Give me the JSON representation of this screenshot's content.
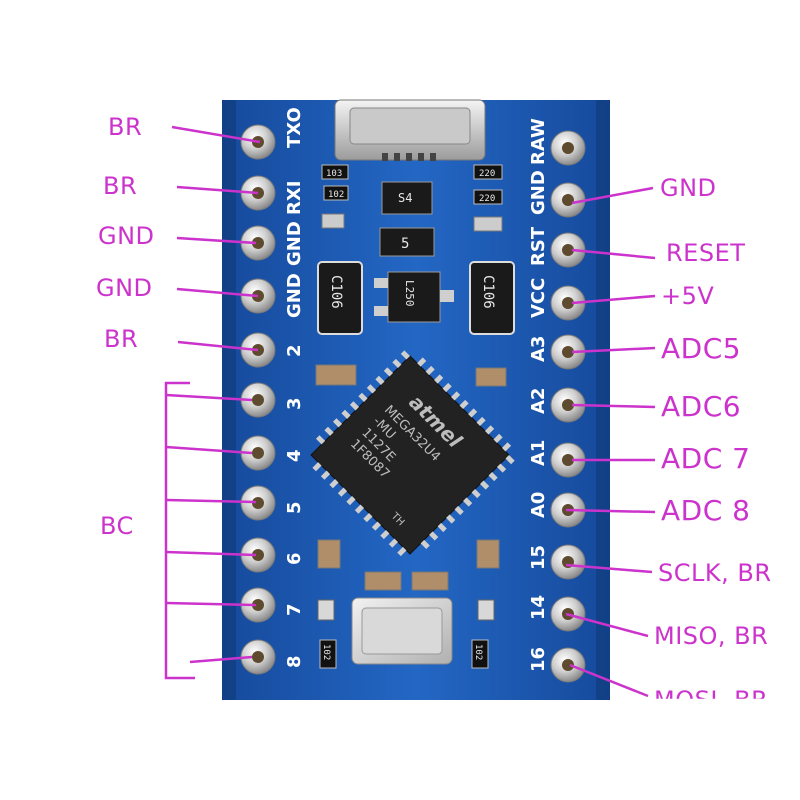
{
  "annotations": {
    "left": {
      "br_1": "BR",
      "br_2": "BR",
      "gnd_1": "GND",
      "gnd_2": "GND",
      "br_3": "BR",
      "bc": "BC"
    },
    "right": {
      "gnd": "GND",
      "reset": "RESET",
      "plus5v": "+5V",
      "adc5": "ADC5",
      "adc6": "ADC6",
      "adc7": "ADC 7",
      "adc8": "ADC 8",
      "sclk": "SCLK, BR",
      "miso": "MISO, BR",
      "mosi_partial": "MOSI, BR"
    }
  },
  "board_silkscreen": {
    "left_header": [
      "TXO",
      "RXI",
      "GND",
      "GND",
      "2",
      "3",
      "4",
      "5",
      "6",
      "7",
      "8"
    ],
    "right_header": [
      "RAW",
      "GND",
      "RST",
      "VCC",
      "A3",
      "A2",
      "A1",
      "A0",
      "15",
      "14",
      "16"
    ],
    "chip_lines": [
      "atmel",
      "MEGA32U4",
      "-MU",
      "1127E",
      "1F8087",
      "TH"
    ],
    "component_marks": [
      "103",
      "102",
      "220",
      "220",
      "S4",
      "5",
      "C106",
      "L250",
      "C106",
      "102",
      "102"
    ]
  },
  "colors": {
    "annotation": "#cc33cc",
    "pcb": "#1f5fb8",
    "pcb_dark": "#163f86",
    "pad_silver": "#d8d8d8",
    "chip": "#222222"
  }
}
